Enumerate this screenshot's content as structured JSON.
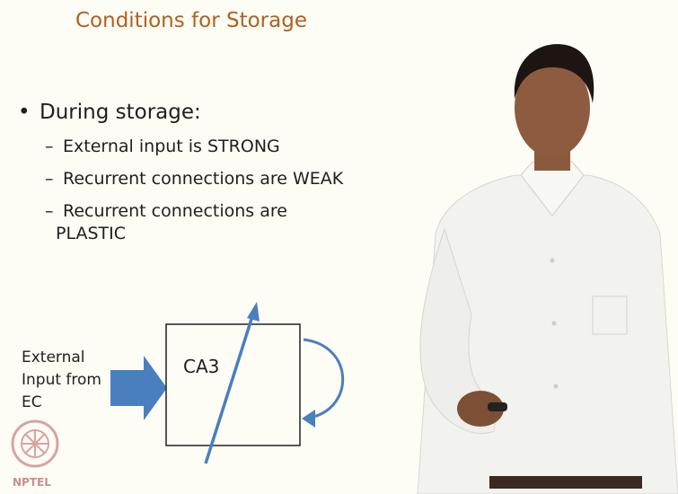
{
  "slide": {
    "title": "Conditions for Storage",
    "bullet": {
      "text": "During storage:",
      "subs": [
        "External input is STRONG",
        "Recurrent connections are WEAK",
        "Recurrent connections are"
      ],
      "sub3_cont": "PLASTIC"
    },
    "diagram": {
      "input_label": [
        "External",
        "Input from",
        "EC"
      ],
      "box_label": "CA3"
    },
    "logo_text": "NPTEL"
  },
  "colors": {
    "title": "#b35f1c",
    "arrow": "#4a7fbf",
    "text": "#1f1f1f",
    "background": "#fdfcf5"
  }
}
